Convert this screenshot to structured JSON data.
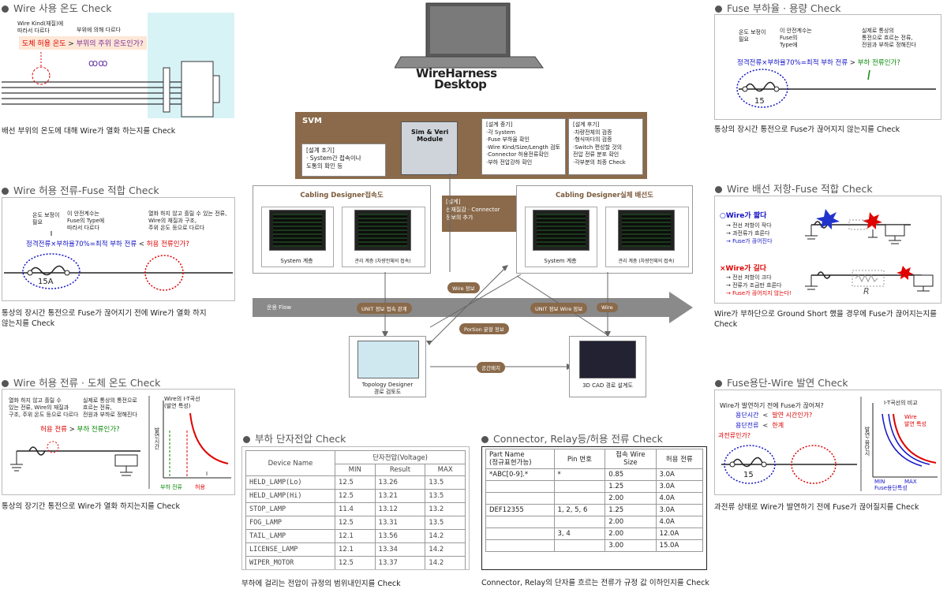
{
  "center": {
    "logo_line1": "WireHarness",
    "logo_line2": "Desktop",
    "svm": {
      "title": "SVM",
      "module": [
        "Sim & Veri",
        "Module"
      ],
      "early_title": "[설계 초기]",
      "early_items": [
        "· System간 접속이나",
        "도통의 확인 등"
      ],
      "mid_title": "[설계 중기]",
      "mid_items": [
        "·각 System",
        "·Fuse 부하율 확인",
        "·Wire Kind/Size/Length 검토",
        "·Connector 허용전류확인",
        "·부하 전압강하 확인"
      ],
      "late_title": "[설계 후기]",
      "late_items": [
        "·차량전체의 검증",
        "·형식마다의 검증",
        "·Switch 편성할 것의",
        "전압 전류 분포 확인",
        "·각부분의 최종 Check"
      ]
    },
    "cabling_left": {
      "title": "Cabling Designer접속도",
      "screen1": "System 계층",
      "screen2": "관리 계층 (차량전체의 접속)"
    },
    "cabling_right": {
      "title": "Cabling Designer실체 배선도",
      "screen1": "System 계층",
      "screen2": "관리 계층 (차량전체의 접속)"
    },
    "design_bubble": [
      "[설계]",
      "선재질감 · Connector",
      "정보의 추가"
    ],
    "flow_label": "운용 Flow",
    "flow_tags": [
      "UNIT 정보 접속 관계",
      "UNIT 정보 Wire 정보",
      "Wire"
    ],
    "wire_info": "Wire 정보",
    "portion_info": "Portion 분할 정보",
    "space_tag": "공간배치",
    "topology": [
      "Topology Designer",
      "경로 검토도"
    ],
    "cad": "3D CAD 경로 설계도"
  },
  "sec1": {
    "title": "Wire 사용 온도 Check",
    "note1": [
      "Wire Kind(재질)에",
      "따라서 다르다"
    ],
    "note2": "부위에 의해 다르다",
    "formula_a": "도체 허용 온도",
    "formula_op": ">",
    "formula_b": "부위의 주위 온도인가?",
    "caption": "배선 부위의 온도에 대해 Wire가 열화 하는지를 Check"
  },
  "sec2": {
    "title": "Wire 허용 전류-Fuse 적합 Check",
    "note1": [
      "온도 보정이",
      "필요"
    ],
    "note2": [
      "이 안전계수는",
      "Fuse의 Type에",
      "따라서 다르다"
    ],
    "note3": [
      "열화 하지 않고 흘릴 수 있는 전류,",
      "Wire의 재질과 구조,",
      "주위 온도 등으로 다르다"
    ],
    "formula_a": "정격전류×부하율70%=최적 부하 전류",
    "formula_op": "<",
    "formula_b": "허용 전류인가?",
    "fuse": "15A",
    "caption": [
      "통상의 장시간 통전으로 Fuse가 끊어지기 전에 Wire가 열화 하지",
      "않는지를 Check"
    ]
  },
  "sec3": {
    "title": "Wire 허용 전류 · 도체 온도 Check",
    "note1": [
      "열화 하지 않고 흘릴 수",
      "있는 전류, Wire의 재질과",
      "구조, 주위 온도 등으로 다르다"
    ],
    "note2": [
      "실제로 통상의 통전으로",
      "흐르는 전류,",
      "전원과 부하로 정해진다"
    ],
    "formula_a": "허용 전류",
    "formula_op": ">",
    "formula_b": "부하 전류인가?",
    "chart_title": [
      "Wire의 I-T곡선",
      "(발연 특성)"
    ],
    "ylabel": "발연시간",
    "xlabel_i": "I",
    "leg1": "부하 전류",
    "leg2": "허용",
    "caption": "통상의 장기간 통전으로 Wire가 열화 하지는지를 Check"
  },
  "sec4": {
    "title": "부하 단자전압 Check",
    "col_device": "Device Name",
    "col_group": "단자전압(Voltage)",
    "col_min": "MIN",
    "col_result": "Result",
    "col_max": "MAX",
    "rows": [
      [
        "HELD_LAMP(Lo)",
        "12.5",
        "13.26",
        "13.5"
      ],
      [
        "HELD_LAMP(Hi)",
        "12.5",
        "13.21",
        "13.5"
      ],
      [
        "STOP_LAMP",
        "11.4",
        "13.12",
        "13.2"
      ],
      [
        "FOG_LAMP",
        "12.5",
        "13.31",
        "13.5"
      ],
      [
        "TAIL_LAMP",
        "12.1",
        "13.56",
        "14.2"
      ],
      [
        "LICENSE_LAMP",
        "12.1",
        "13.34",
        "14.2"
      ],
      [
        "WIPER_MOTOR",
        "12.5",
        "13.37",
        "14.2"
      ]
    ],
    "caption": "부하에 걸리는 전압이 규정의 범위내인지를 Check"
  },
  "sec5": {
    "title": "Connector, Relay등/허용 전류 Check",
    "col_part": [
      "Part Name",
      "(정규표현가능)"
    ],
    "col_pin": "Pin 번호",
    "col_size": [
      "접속 Wire",
      "Size"
    ],
    "col_current": "허용 전류",
    "rows": [
      [
        "*ABC[0-9].*",
        "*",
        "0.85",
        "3.0A"
      ],
      [
        "",
        "",
        "1.25",
        "3.0A"
      ],
      [
        "",
        "",
        "2.00",
        "4.0A"
      ],
      [
        "DEF12355",
        "1, 2, 5, 6",
        "1.25",
        "3.0A"
      ],
      [
        "",
        "",
        "2.00",
        "4.0A"
      ],
      [
        "",
        "3, 4",
        "2.00",
        "12.0A"
      ],
      [
        "",
        "",
        "3.00",
        "15.0A"
      ]
    ],
    "caption": "Connector, Relay의 단자를 흐르는 전류가 규정 값 이하인지를 Check"
  },
  "sec6": {
    "title": "Fuse 부하율 · 용량 Check",
    "note1": [
      "온도 보정이",
      "필요"
    ],
    "note2": [
      "이 안전계수는",
      "Fuse의",
      "Type에"
    ],
    "note3": [
      "실제로 통상의",
      "통전으로 흐르는 전류,",
      "전원과 부하로 정해진다"
    ],
    "formula_a": "정격전류×부하율70%=최적 부하 전류",
    "formula_op": ">",
    "formula_b": "부하 전류인가?",
    "fuse": "15",
    "caption": "통상의 장시간 통전으로 Fuse가 끊어지지 않는지를 Check"
  },
  "sec7": {
    "title": "Wire 배선 저항-Fuse 적합 Check",
    "short_title": "○Wire가 짧다",
    "short_items": [
      "→ 전선 저항이 작다",
      "→ 과전류가 흐른다",
      "→ Fuse가 끊어진다"
    ],
    "long_title": "×Wire가 길다",
    "long_items": [
      "→ 전선 저항이 크다",
      "→ 전류가 조금만 흐른다",
      "→ Fuse가 끊어지지 않는다!"
    ],
    "r_label": "R",
    "caption": [
      "Wire가 부하단으로 Ground Short 했을 경우에 Fuse가 끊어지는지를",
      "Check"
    ]
  },
  "sec8": {
    "title": "Fuse용단-Wire 발연 Check",
    "q1": "Wire가 발연하기 전에 Fuse가 끊어져?",
    "q2a": "용단시간",
    "q2op": "<",
    "q2b": "발연 시간인가?",
    "q3a": "용단전류",
    "q3op": "<",
    "q3b": "한계",
    "q4": "과전류인가?",
    "fuse": "15",
    "chart_title": "I-T곡선의 비교",
    "ylabel": "발연·용단시",
    "leg_wire": [
      "Wire",
      "발연 특성"
    ],
    "leg_min": "MIN",
    "leg_max": "MAX",
    "leg_fuse": "Fuse용단특성",
    "caption": "과전류 상태로 Wire가 발연하기 전에 Fuse가 끊어질지를 Check"
  }
}
